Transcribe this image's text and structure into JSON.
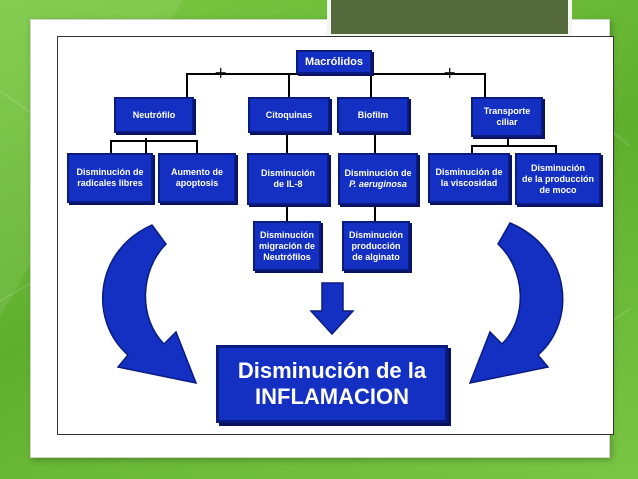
{
  "diagram": {
    "root": "Macrólidos",
    "plus_left": "+",
    "plus_right": "+",
    "level1": {
      "neutrofilo": "Neutrófilo",
      "citoquinas": "Citoquinas",
      "biofilm": "Biofilm",
      "transporte": "Transporte\nciliar"
    },
    "level2": {
      "radicales": "Disminución de\nradicales libres",
      "apoptosis": "Aumento de\napoptosis",
      "il8": "Disminución\nde IL-8",
      "aeruginosa_prefix": "Disminución de",
      "aeruginosa_italic": "P. aeruginosa",
      "viscosidad": "Disminución de\nla viscosidad",
      "moco": "Disminución\nde la producción\nde moco"
    },
    "level3": {
      "migracion": "Disminución\nmigración de\nNeutrófilos",
      "alginato": "Disminución\nproducción\nde alginato"
    },
    "result_line1": "Disminución de la",
    "result_line2": "INFLAMACION"
  },
  "colors": {
    "node_fill": "#1330c2",
    "node_border": "#0a1b80",
    "background": "#6fbf3a"
  }
}
